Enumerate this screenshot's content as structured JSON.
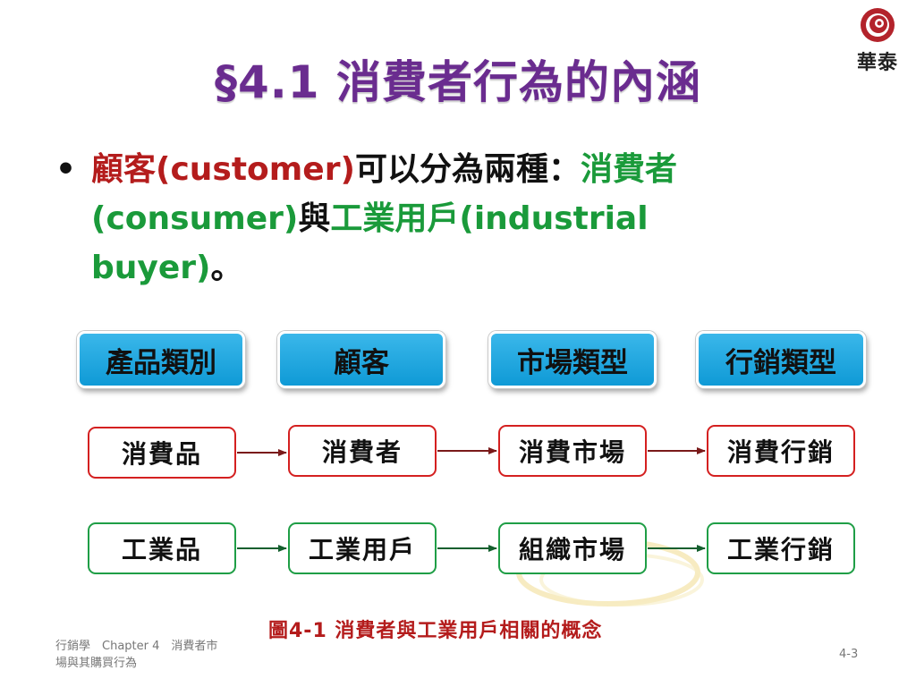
{
  "logo": {
    "text": "華泰"
  },
  "title": "§4.1 消費者行為的內涵",
  "bullet": {
    "symbol": "•",
    "p1": "顧客(customer)",
    "p2": "可以分為兩種：",
    "p3": "消費者(consumer)",
    "p4": "與",
    "p5": "工業用戶(industrial buyer)",
    "p6": "。"
  },
  "headers": [
    "產品類別",
    "顧客",
    "市場類型",
    "行銷類型"
  ],
  "consumer_row": [
    "消費品",
    "消費者",
    "消費市場",
    "消費行銷"
  ],
  "industrial_row": [
    "工業品",
    "工業用戶",
    "組織市場",
    "工業行銷"
  ],
  "caption": "圖4-1 消費者與工業用戶相關的概念",
  "footer": {
    "line1": "行銷學　Chapter 4　消費者市",
    "line2": "場與其購買行為"
  },
  "page_number": "4-3",
  "colors": {
    "title": "#6a2c8f",
    "red": "#b41c1c",
    "green": "#1a9a3a",
    "header_fill": "#1aa3dc",
    "box_red": "#d42020",
    "box_green": "#1f9e46"
  }
}
